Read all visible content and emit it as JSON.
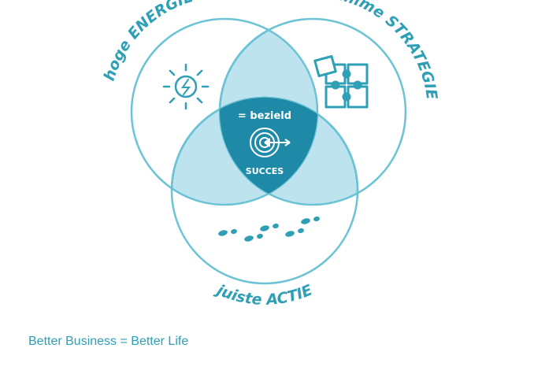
{
  "diagram": {
    "circles": [
      {
        "id": "energie",
        "label": "hoge ENERGIE",
        "icon": "sun-energy-icon"
      },
      {
        "id": "strategie",
        "label": "slimme STRATEGIE",
        "icon": "puzzle-icon"
      },
      {
        "id": "actie",
        "label": "juiste ACTIE",
        "icon": "footsteps-icon"
      }
    ],
    "center": {
      "top_text": "= bezield",
      "bottom_text": "SUCCES",
      "icon": "target-arrow-icon"
    }
  },
  "tagline": "Better Business = Better Life",
  "colors": {
    "outline": "#6cc3d5",
    "lens_fill": "#bde4ee",
    "lens_stroke": "#2f9fb5",
    "center_fill": "#1f8aa8",
    "icon": "#2f9fb5",
    "text": "#2f9fb5"
  }
}
